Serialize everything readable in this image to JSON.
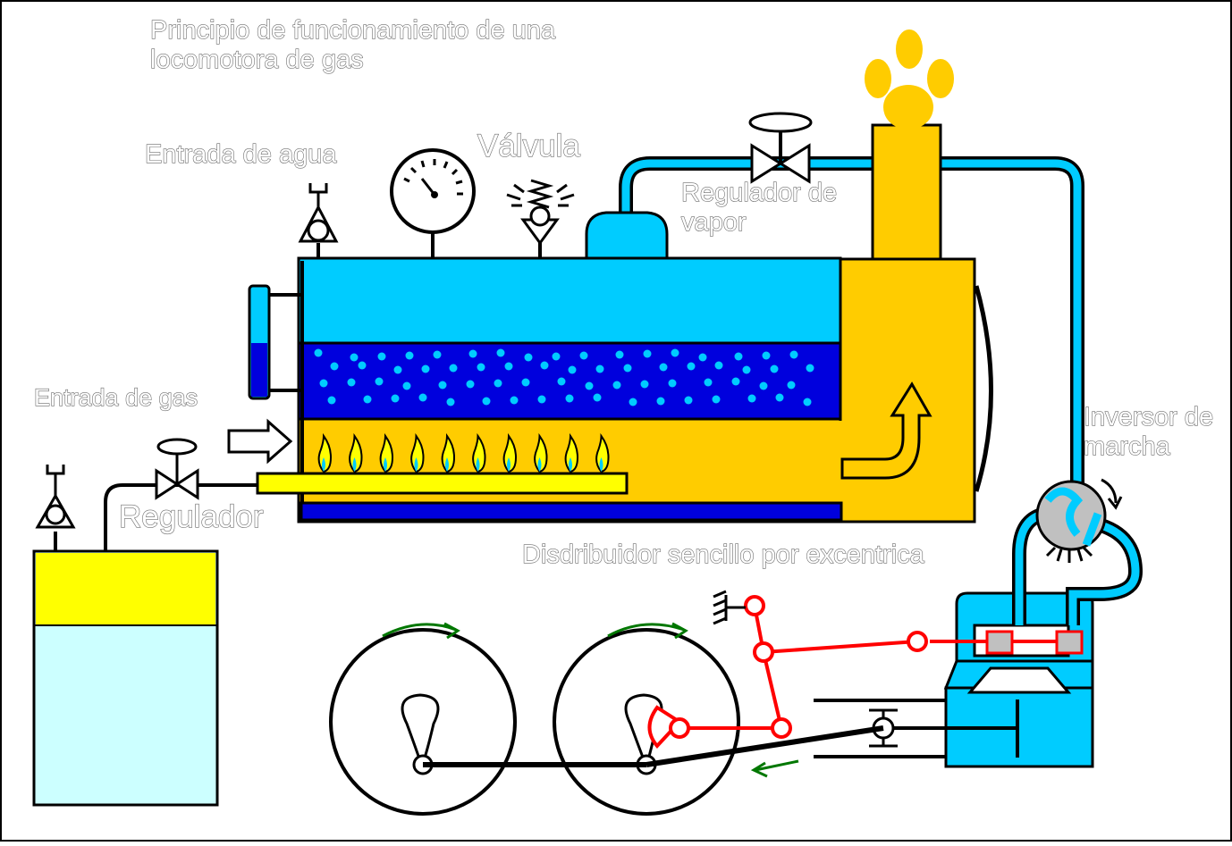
{
  "diagram": {
    "title_line1": "Principio de funcionamiento de una",
    "title_line2": "locomotora de gas",
    "labels": {
      "water_inlet": "Entrada de agua",
      "valve": "Válvula",
      "steam_regulator_line1": "Regulador de",
      "steam_regulator_line2": "vapor",
      "gas_inlet": "Entrada de gas",
      "gas_regulator": "Regulador",
      "reverser_line1": "Inversor de",
      "reverser_line2": "marcha",
      "distributor": "Disdribuidor sencillo por excentrica"
    },
    "colors": {
      "water_light": "#00ccff",
      "water_dark": "#0000dd",
      "fire": "#ffcc00",
      "gas_yellow": "#ffff00",
      "tank_liquid": "#ccffff",
      "linkage_red": "#ff0000",
      "arrow_green": "#007700",
      "valve_gray": "#c0c0c0"
    }
  }
}
